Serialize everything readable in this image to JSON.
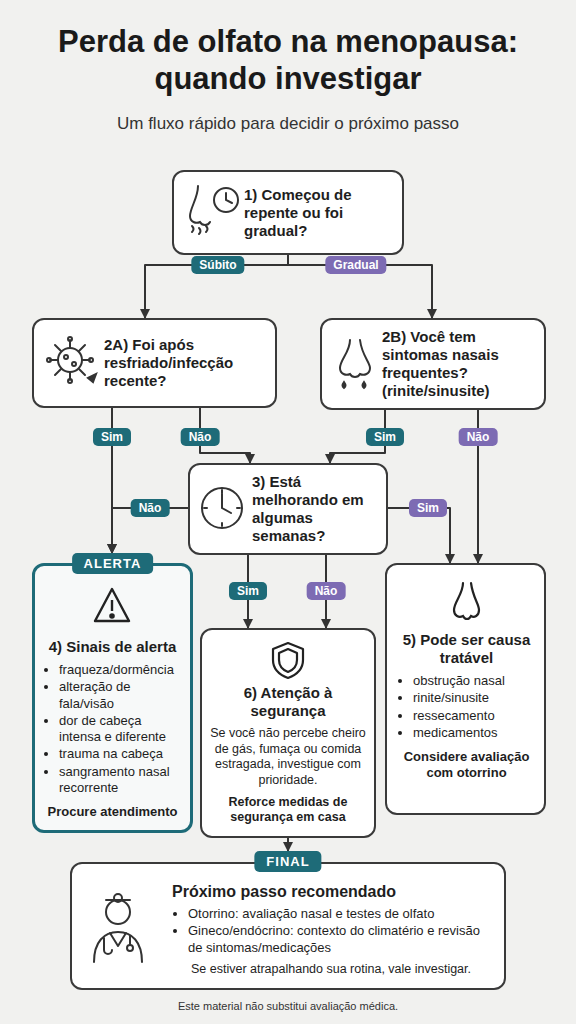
{
  "diagram": {
    "title": "Perda de olfato na menopausa: quando investigar",
    "caption": "Este material não substitui avaliação médica.",
    "nodes": [
      {
        "text": [
          "1) Começou de repente ou foi gradual?"
        ]
      },
      {
        "text": [
          "2A) Foi após resfriado/infecção recente?"
        ]
      },
      {
        "text": [
          "2B) Você tem sintomas nasais frequentes? (rinite/sinusite)"
        ]
      },
      {
        "text": [
          "3) Está melhorando em algumas semanas?"
        ]
      },
      {
        "text": [
          "ALERTA",
          "4) Sinais de alerta",
          "fraqueza/dormência",
          "alteração de fala/visão",
          "dor de cabeça intensa e diferente",
          "trauma na cabeça",
          "sangramento nasal recorrente",
          "Procure atendimento"
        ]
      },
      {
        "text": [
          "6) Atenção à segurança",
          "Se você não percebe cheiro de gás, fumaça ou comida estragada, investigue com prioridade.",
          "Reforce medidas de segurança em casa"
        ]
      },
      {
        "text": [
          "5) Pode ser causa tratável",
          "obstrução nasal",
          "rinite/sinusite",
          "ressecamento",
          "medicamentos",
          "Considere avaliação com otorrino"
        ]
      },
      {
        "text": [
          "FINAL",
          "Próximo passo recomendado",
          "Otorrino: avaliação nasal e testes de olfato",
          "Gineco/endócrino: contexto do climatério e revisão de sintomas/medicações",
          "Se estiver atrapalhando sua rotina, vale investigar."
        ]
      }
    ],
    "edges": [
      {
        "from": 0,
        "to": 1,
        "label": "Súbito",
        "arrow": "to"
      },
      {
        "from": 0,
        "to": 2,
        "label": "Gradual",
        "arrow": "to"
      },
      {
        "from": 1,
        "to": 4,
        "label": "Sim",
        "arrow": "to"
      },
      {
        "from": 1,
        "to": 3,
        "label": "Não",
        "arrow": "to"
      },
      {
        "from": 2,
        "to": 3,
        "label": "Sim",
        "arrow": "to"
      },
      {
        "from": 2,
        "to": 6,
        "label": "Não",
        "arrow": "to"
      },
      {
        "from": 3,
        "to": 4,
        "label": "Não",
        "arrow": "to"
      },
      {
        "from": 3,
        "to": 6,
        "label": "Sim",
        "arrow": "to"
      },
      {
        "from": 3,
        "to": 5,
        "label": "Sim",
        "arrow": "to"
      },
      {
        "from": 3,
        "to": 5,
        "label": "Não",
        "arrow": "to"
      },
      {
        "from": 5,
        "to": 7,
        "arrow": "to"
      }
    ],
    "labels": [
      "Um fluxo rápido para decidir o próximo passo"
    ]
  }
}
